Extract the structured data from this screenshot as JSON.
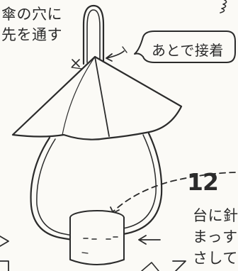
{
  "left_note": {
    "line1": "傘の穴に",
    "line2": "先を通す"
  },
  "callout": {
    "text": "あとで接着"
  },
  "step": {
    "number": "12",
    "line1": "台に針",
    "line2": "まっすぐ",
    "line3": "さして"
  },
  "colors": {
    "ink": "#2b2b2b",
    "paper": "#fbfaf6"
  }
}
